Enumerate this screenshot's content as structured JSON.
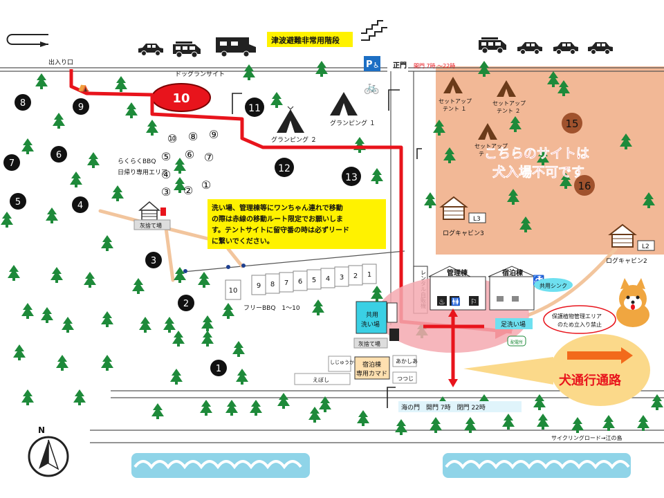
{
  "labels": {
    "entrance": "出入り口",
    "tsunami_stairs": "津波避難非常用階段",
    "dogrun": "ドッグランサイト",
    "main_gate": "正門",
    "main_gate_hours": "開門 7時 ～22時",
    "glamping1": "グランピング １",
    "glamping2": "グランピング ２",
    "setup_tent1": [
      "セットアップ",
      "テント １"
    ],
    "setup_tent2": [
      "セットアップ",
      "テント ２"
    ],
    "setup_tent3": [
      "セットアップ",
      "テ"
    ],
    "no_dog_notice": [
      "こちらのサイトは",
      "犬入場不可です"
    ],
    "bbq_area": [
      "らくらくBBQ",
      "日帰り専用エリア"
    ],
    "ash_dump": "灰捨て場",
    "ash_dump2": "灰捨て場",
    "log_cabin3": "ログキャビン3",
    "log_cabin2": "ログキャビン2",
    "cabin_l3": "L3",
    "cabin_l2": "L2",
    "notice_box": [
      "洗い場、管理棟等にワンちゃん連れで移動",
      "の際は赤線の移動ルート限定でお願いしま",
      "す。テントサイトに留守番の時は必ずリード",
      "に繋いでください。"
    ],
    "rental_vending": "レンタル自販機",
    "admin_building": "管理棟",
    "lodging": "宿泊棟",
    "shared_sink": "共用シンク",
    "foot_wash": "足洗い場",
    "protected_plants": [
      "保護植物管理エリア",
      "のため立入り禁止"
    ],
    "shared_wash": [
      "共用",
      "洗い場"
    ],
    "lodge_kamado": [
      "宿泊棟",
      "専用カマド"
    ],
    "free_bbq": "フリーBBQ　1～10",
    "dog_path": "犬通行通路",
    "sea_gate": "海の門　開門 7時　閉門 22時",
    "cycling_road": "サイクリングロード→江の島",
    "north": "N",
    "plot_shijuka": "しじゅうから",
    "plot_akashia": "あかしあ",
    "plot_ebosi": "えぼし",
    "plot_tsutsuji": "つつじ",
    "admin_icons_label": "配電所"
  },
  "sites": {
    "big": [
      "8",
      "9",
      "7",
      "6",
      "5",
      "4",
      "3",
      "2",
      "1"
    ],
    "circled_big": {
      "s10": "10",
      "s11": "11",
      "s12": "12",
      "s13": "13",
      "s15": "15",
      "s16": "16"
    },
    "bbq_small": [
      "⑩",
      "⑧",
      "⑨",
      "⑤",
      "⑥",
      "⑦",
      "④",
      "③",
      "②",
      "①"
    ],
    "free_bbq_slots": [
      "10",
      "9",
      "8",
      "7",
      "6",
      "5",
      "4",
      "3",
      "2",
      "1"
    ]
  },
  "colors": {
    "route": "#e8141c",
    "no_dog_area": "#f2b896",
    "notice_bg": "#fff200",
    "tree": "#1e8a3a",
    "wave": "#8fd4e8",
    "dog_path_bg": "#fbd98a",
    "dog_arrow": "#f26a1b"
  }
}
